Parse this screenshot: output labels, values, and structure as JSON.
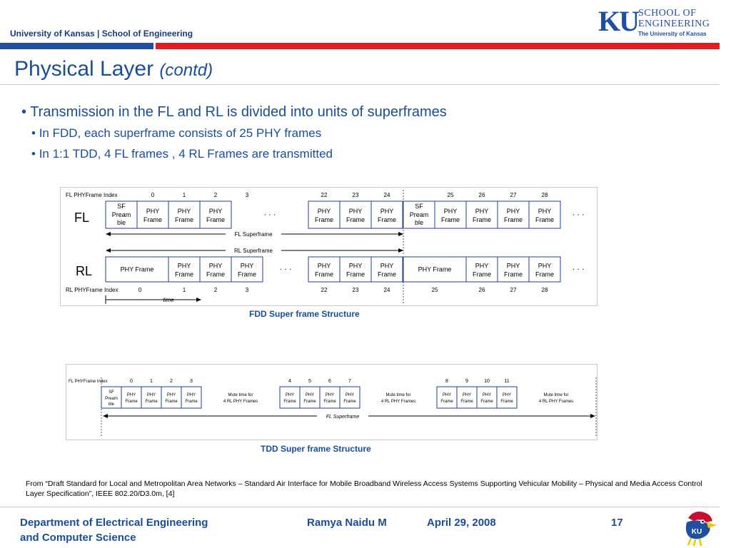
{
  "header": {
    "org": "University of Kansas | School of Engineering",
    "logo": {
      "mark": "KU",
      "line1": "SCHOOL OF",
      "line2": "ENGINEERING",
      "line3": "The University of Kansas",
      "color": "#1f4f9e"
    }
  },
  "slide": {
    "title": "Physical Layer",
    "title_suffix": "(contd)",
    "bullets": [
      {
        "text": "Transmission in the FL and RL is divided into units of superframes",
        "level": 1
      },
      {
        "text": "In FDD, each superframe consists of 25 PHY frames",
        "level": 2
      },
      {
        "text": "In 1:1 TDD, 4 FL frames , 4 RL Frames are transmitted",
        "level": 2
      }
    ]
  },
  "fdd": {
    "caption": "FDD Super frame Structure",
    "fl_index_label": "FL PHYFrame Index",
    "rl_index_label": "RL PHYFrame Index",
    "fl_label": "FL",
    "rl_label": "RL",
    "fl_indices": [
      "0",
      "1",
      "2",
      "3",
      "22",
      "23",
      "24",
      "25",
      "26",
      "27",
      "28"
    ],
    "rl_indices": [
      "0",
      "1",
      "2",
      "3",
      "22",
      "23",
      "24",
      "25",
      "26",
      "27",
      "28"
    ],
    "phy_line1": "PHY",
    "phy_line2": "Frame",
    "preamble_lines": [
      "SF",
      "Pream",
      "ble"
    ],
    "phy_frame_label": "PHY Frame",
    "ellipsis": "· · ·",
    "fl_superframe_label": "FL Superframe",
    "rl_superframe_label": "RL Superframe",
    "time_label": "time"
  },
  "tdd": {
    "caption": "TDD Super frame Structure",
    "index_label": "FL PHYFrame Index",
    "indices": [
      "0",
      "1",
      "2",
      "3",
      "4",
      "5",
      "6",
      "7",
      "8",
      "9",
      "10",
      "11"
    ],
    "mute_line1": "Mute time for",
    "mute_line2": "4 RL PHY Frames",
    "superframe_label": "FL Superframe"
  },
  "citation": "From “Draft Standard for Local and Metropolitan Area Networks – Standard Air Interface for Mobile Broadband Wireless Access Systems Supporting Vehicular Mobility – Physical and Media Access Control Layer Specification”, IEEE 802.20/D3.0m, [4]",
  "footer": {
    "dept_line1": "Department of Electrical Engineering",
    "dept_line2": "and Computer Science",
    "author": "Ramya Naidu M",
    "date": "April 29, 2008",
    "page": "17",
    "mascot": "jayhawk-mascot"
  },
  "colors": {
    "blue": "#1a4c9c",
    "red": "#e31b23",
    "frame_border": "#1f3f8f"
  }
}
